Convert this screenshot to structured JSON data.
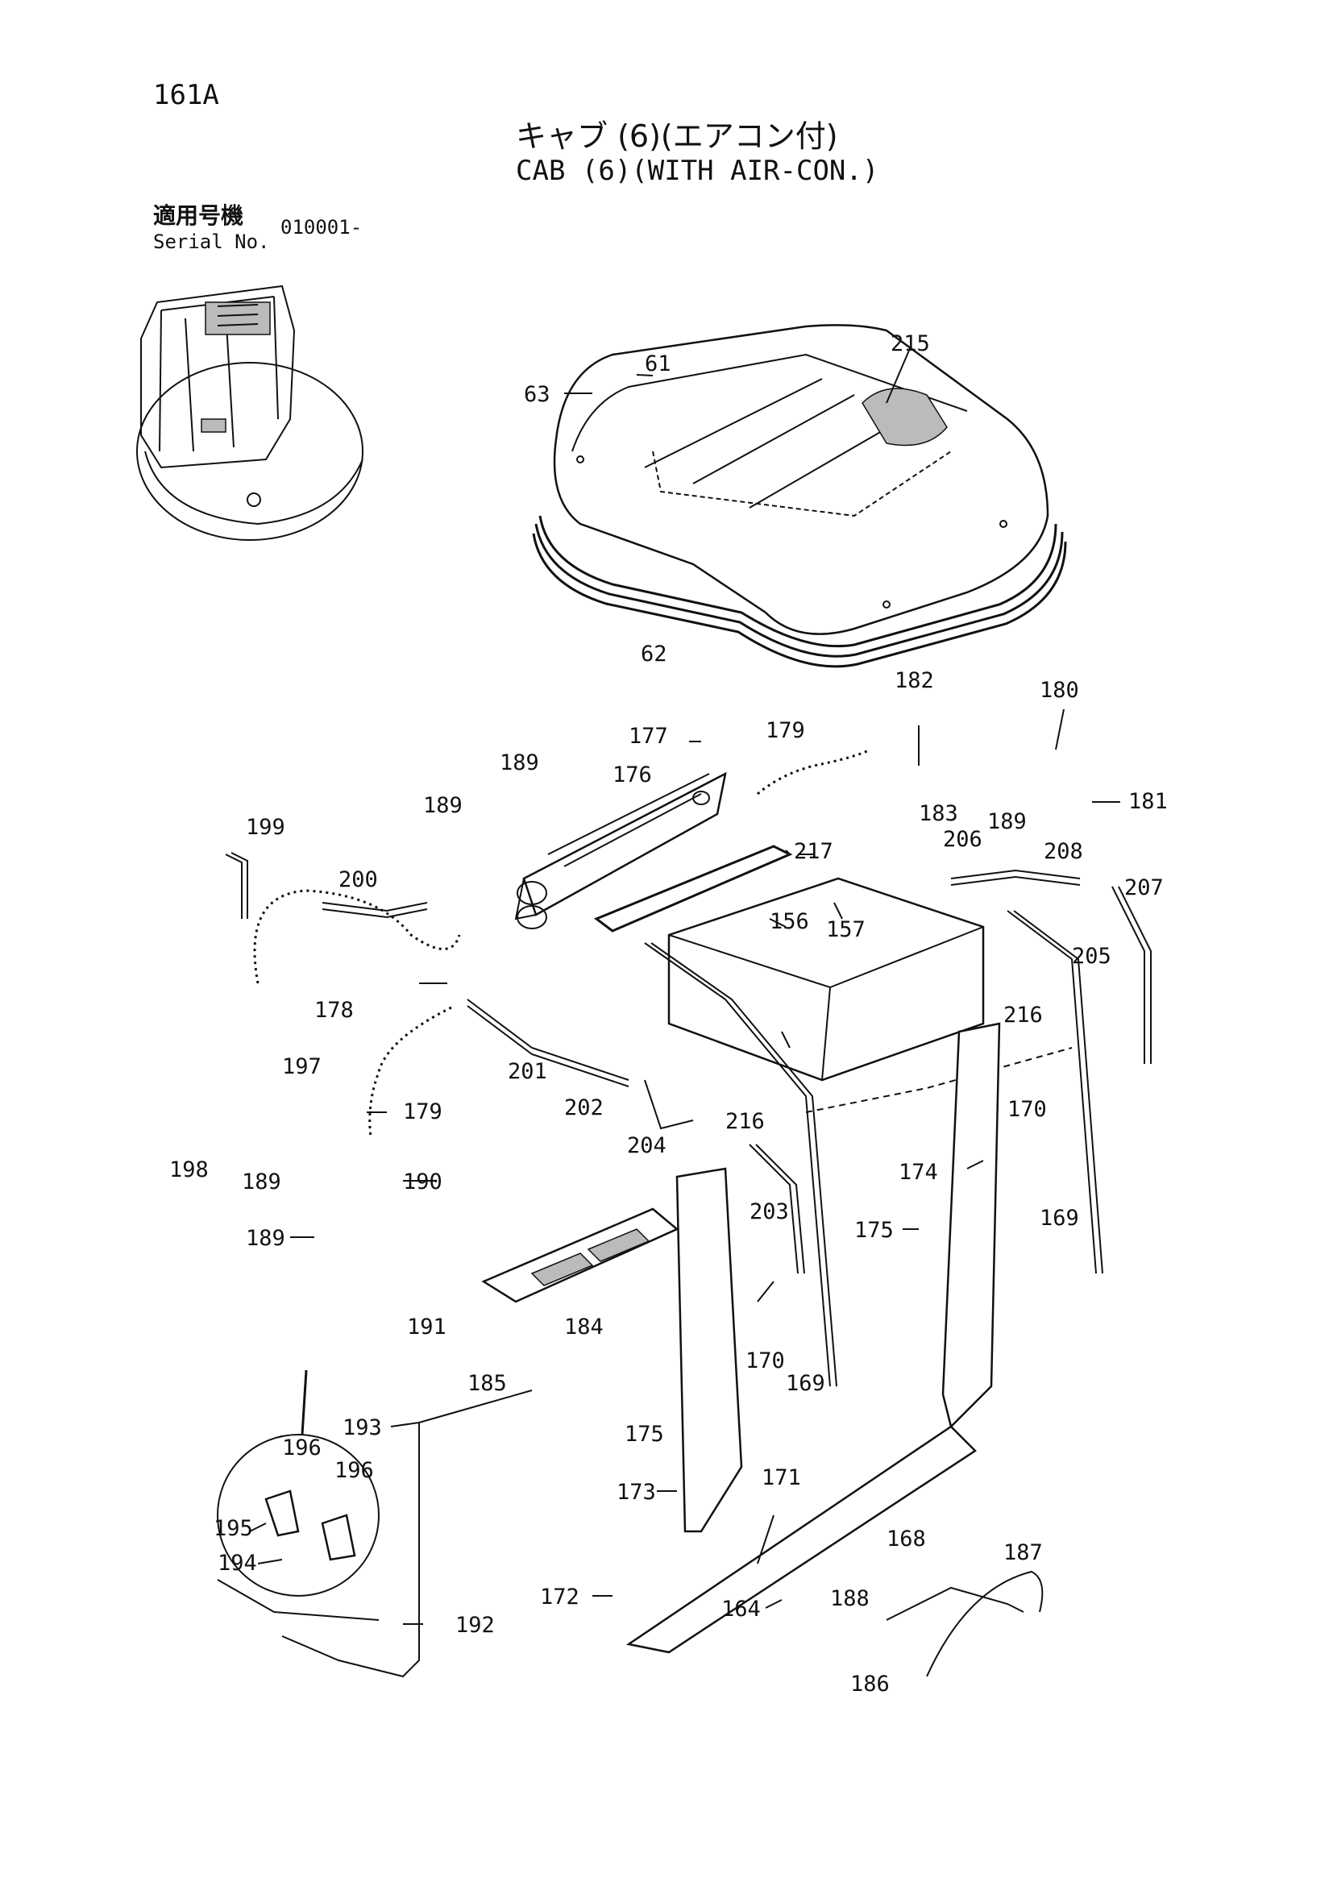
{
  "header": {
    "page_number": "161A",
    "title_jp": "キャブ (6)(エアコン付)",
    "title_en": "CAB (6)(WITH AIR-CON.)",
    "serial_label_jp": "適用号機",
    "serial_label_en": "Serial No.",
    "serial_value": "010001-"
  },
  "callouts": [
    "61",
    "62",
    "63",
    "215",
    "182",
    "180",
    "177",
    "179",
    "176",
    "189",
    "189",
    "183",
    "181",
    "189",
    "199",
    "200",
    "217",
    "206",
    "208",
    "207",
    "157",
    "156",
    "205",
    "178",
    "216",
    "197",
    "201",
    "202",
    "179",
    "216",
    "170",
    "198",
    "189",
    "204",
    "190",
    "174",
    "203",
    "169",
    "189",
    "175",
    "191",
    "184",
    "185",
    "170",
    "169",
    "193",
    "175",
    "196",
    "196",
    "173",
    "171",
    "195",
    "194",
    "168",
    "187",
    "188",
    "172",
    "164",
    "192",
    "186"
  ]
}
